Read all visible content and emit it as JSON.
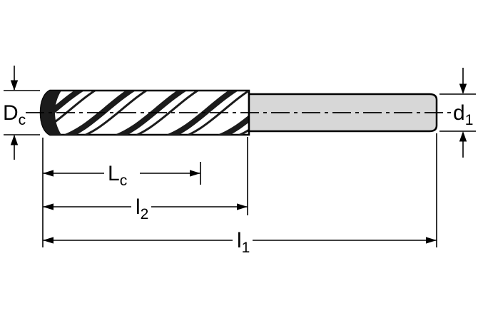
{
  "diagram": {
    "labels": {
      "cutting_diameter": {
        "main": "D",
        "sub": "c"
      },
      "shank_diameter": {
        "main": "d",
        "sub": "1"
      },
      "flute_length": {
        "main": "L",
        "sub": "c"
      },
      "length_l2": {
        "main": "l",
        "sub": "2"
      },
      "overall_length": {
        "main": "l",
        "sub": "1"
      }
    },
    "colors": {
      "background": "#ffffff",
      "line": "#000000",
      "shank_fill": "#d7d7d7",
      "flute_dark": "#1b1b1b"
    }
  }
}
